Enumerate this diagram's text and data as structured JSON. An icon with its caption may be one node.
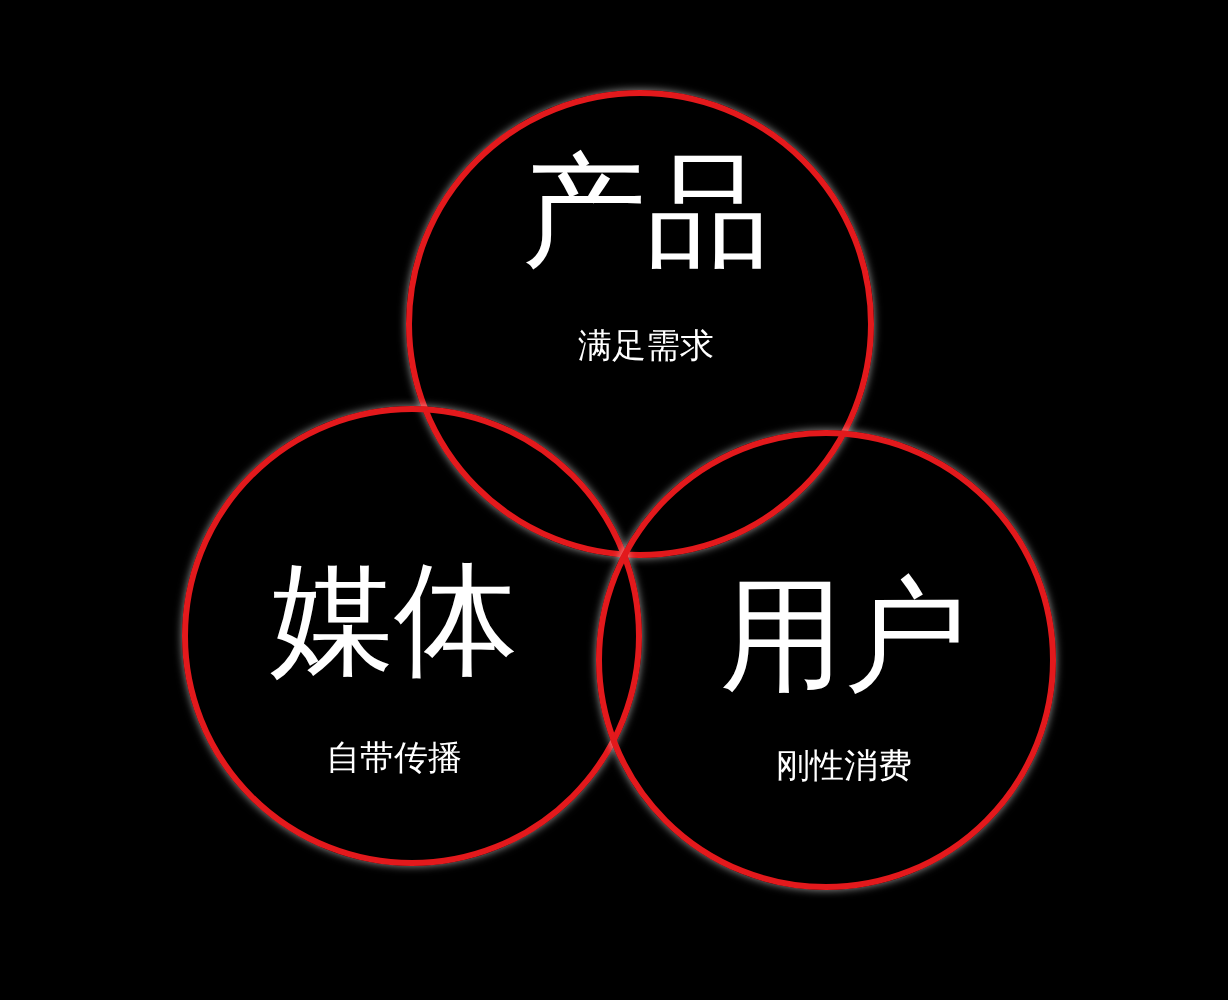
{
  "diagram": {
    "nodes": [
      {
        "text": [
          "产品",
          "满足需求"
        ]
      },
      {
        "text": [
          "媒体",
          "自带传播"
        ]
      },
      {
        "text": [
          "用户",
          "刚性消费"
        ]
      }
    ]
  }
}
